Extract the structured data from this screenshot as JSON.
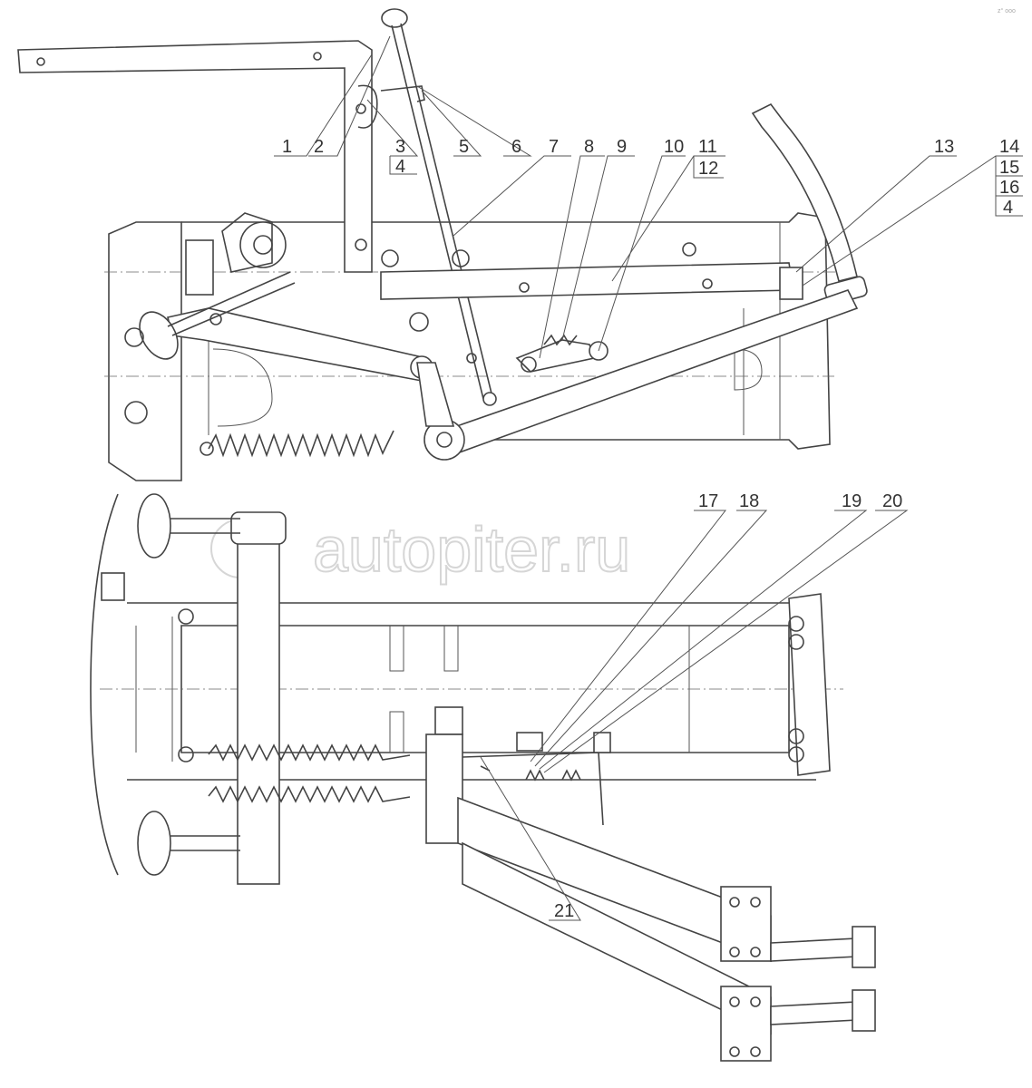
{
  "drawing": {
    "upper_view_labels": [
      "1",
      "2",
      "3",
      "4",
      "5",
      "6",
      "7",
      "8",
      "9",
      "10",
      "11",
      "12",
      "13",
      "14",
      "15",
      "16",
      "4"
    ],
    "lower_view_labels": [
      "17",
      "18",
      "19",
      "20",
      "21"
    ],
    "watermark": "autopiter.ru",
    "corner_mark": "z° ooo"
  }
}
